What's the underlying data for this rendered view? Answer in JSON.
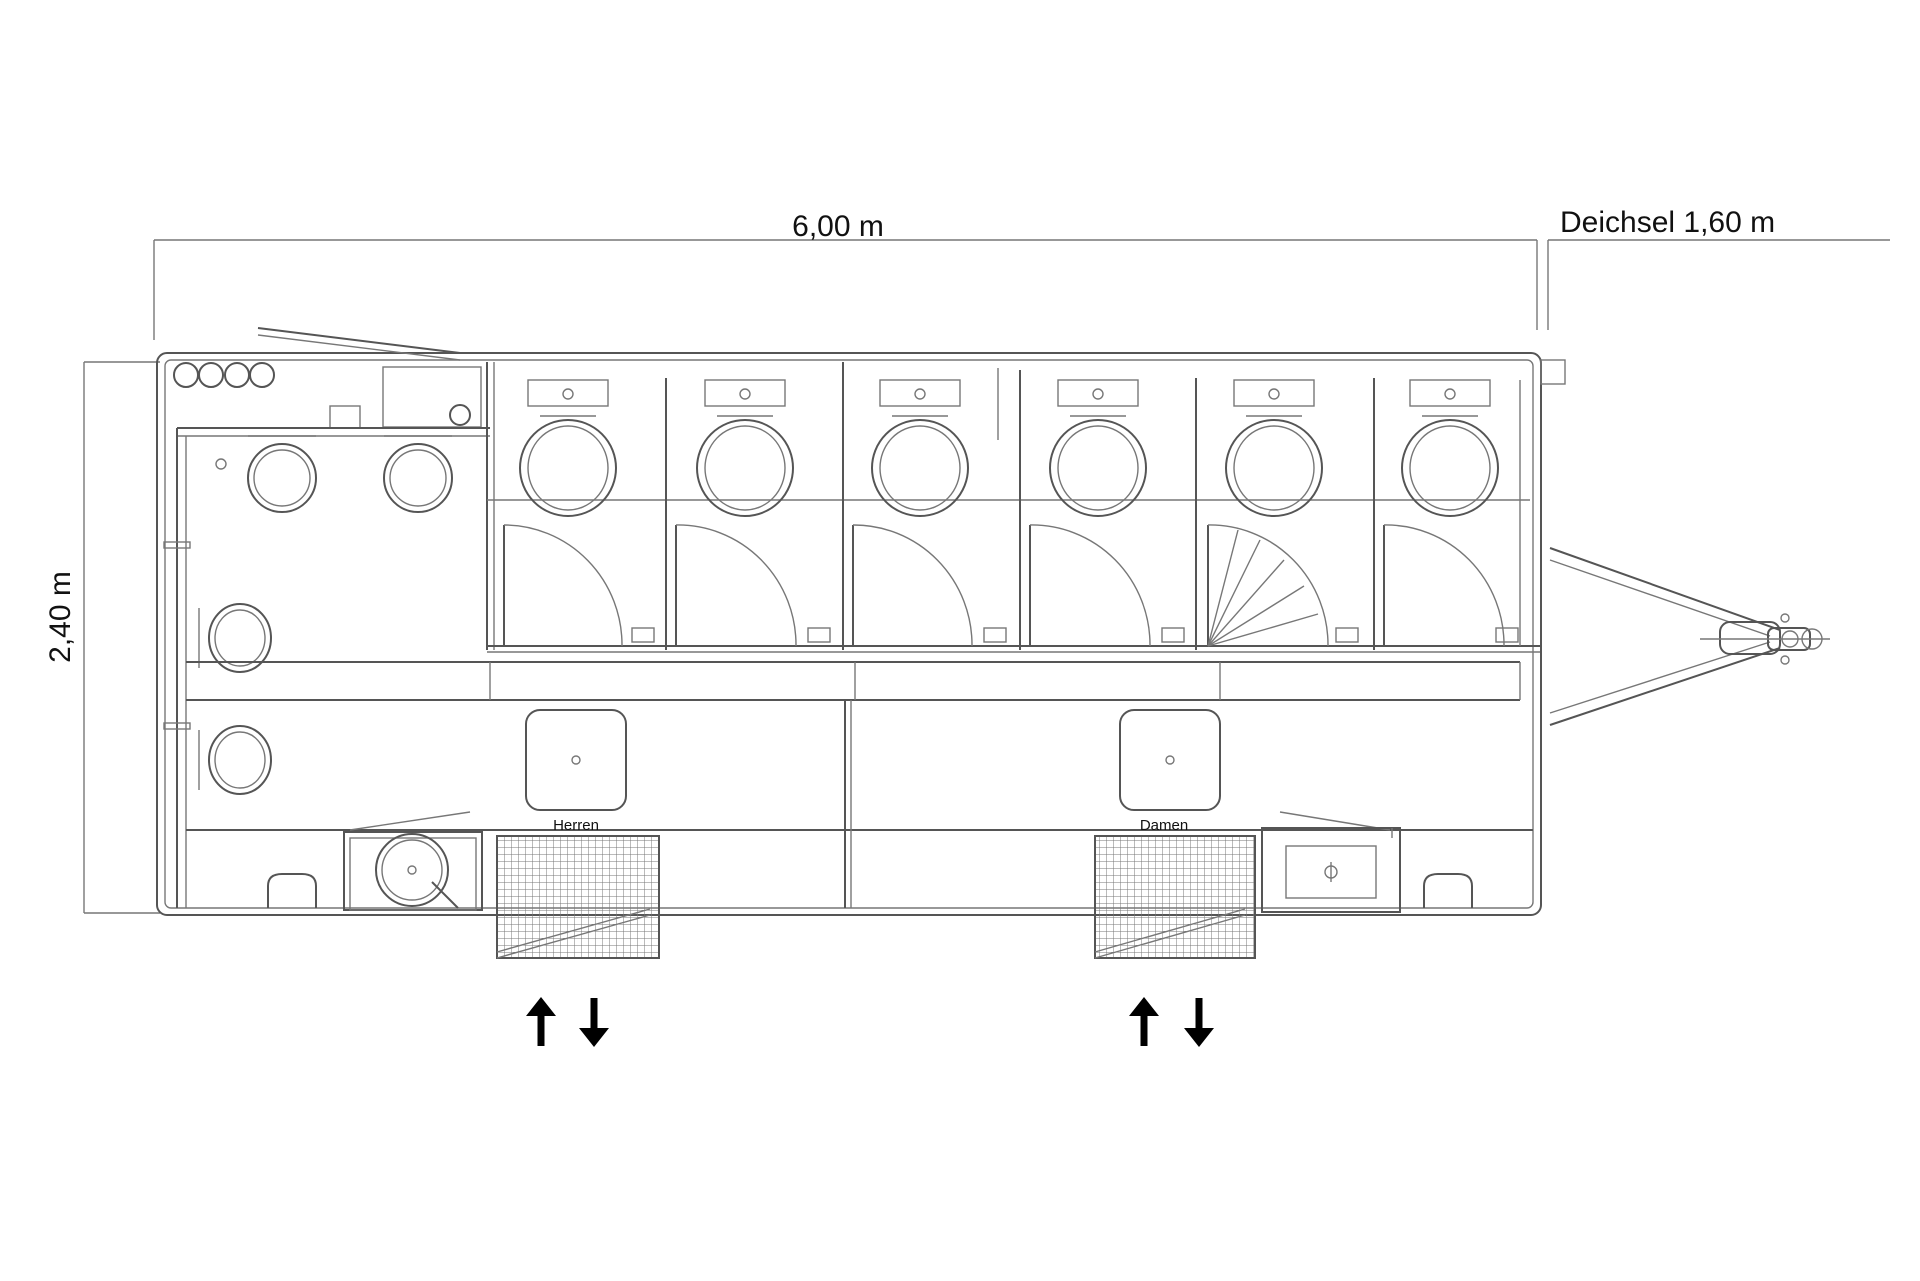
{
  "dimensions": {
    "length": "6,00 m",
    "width": "2,40 m",
    "drawbar": "Deichsel 1,60 m"
  },
  "rooms": {
    "men": "Herren",
    "women": "Damen"
  },
  "colors": {
    "line": "#555555",
    "arrow": "#000000",
    "background": "#ffffff"
  }
}
